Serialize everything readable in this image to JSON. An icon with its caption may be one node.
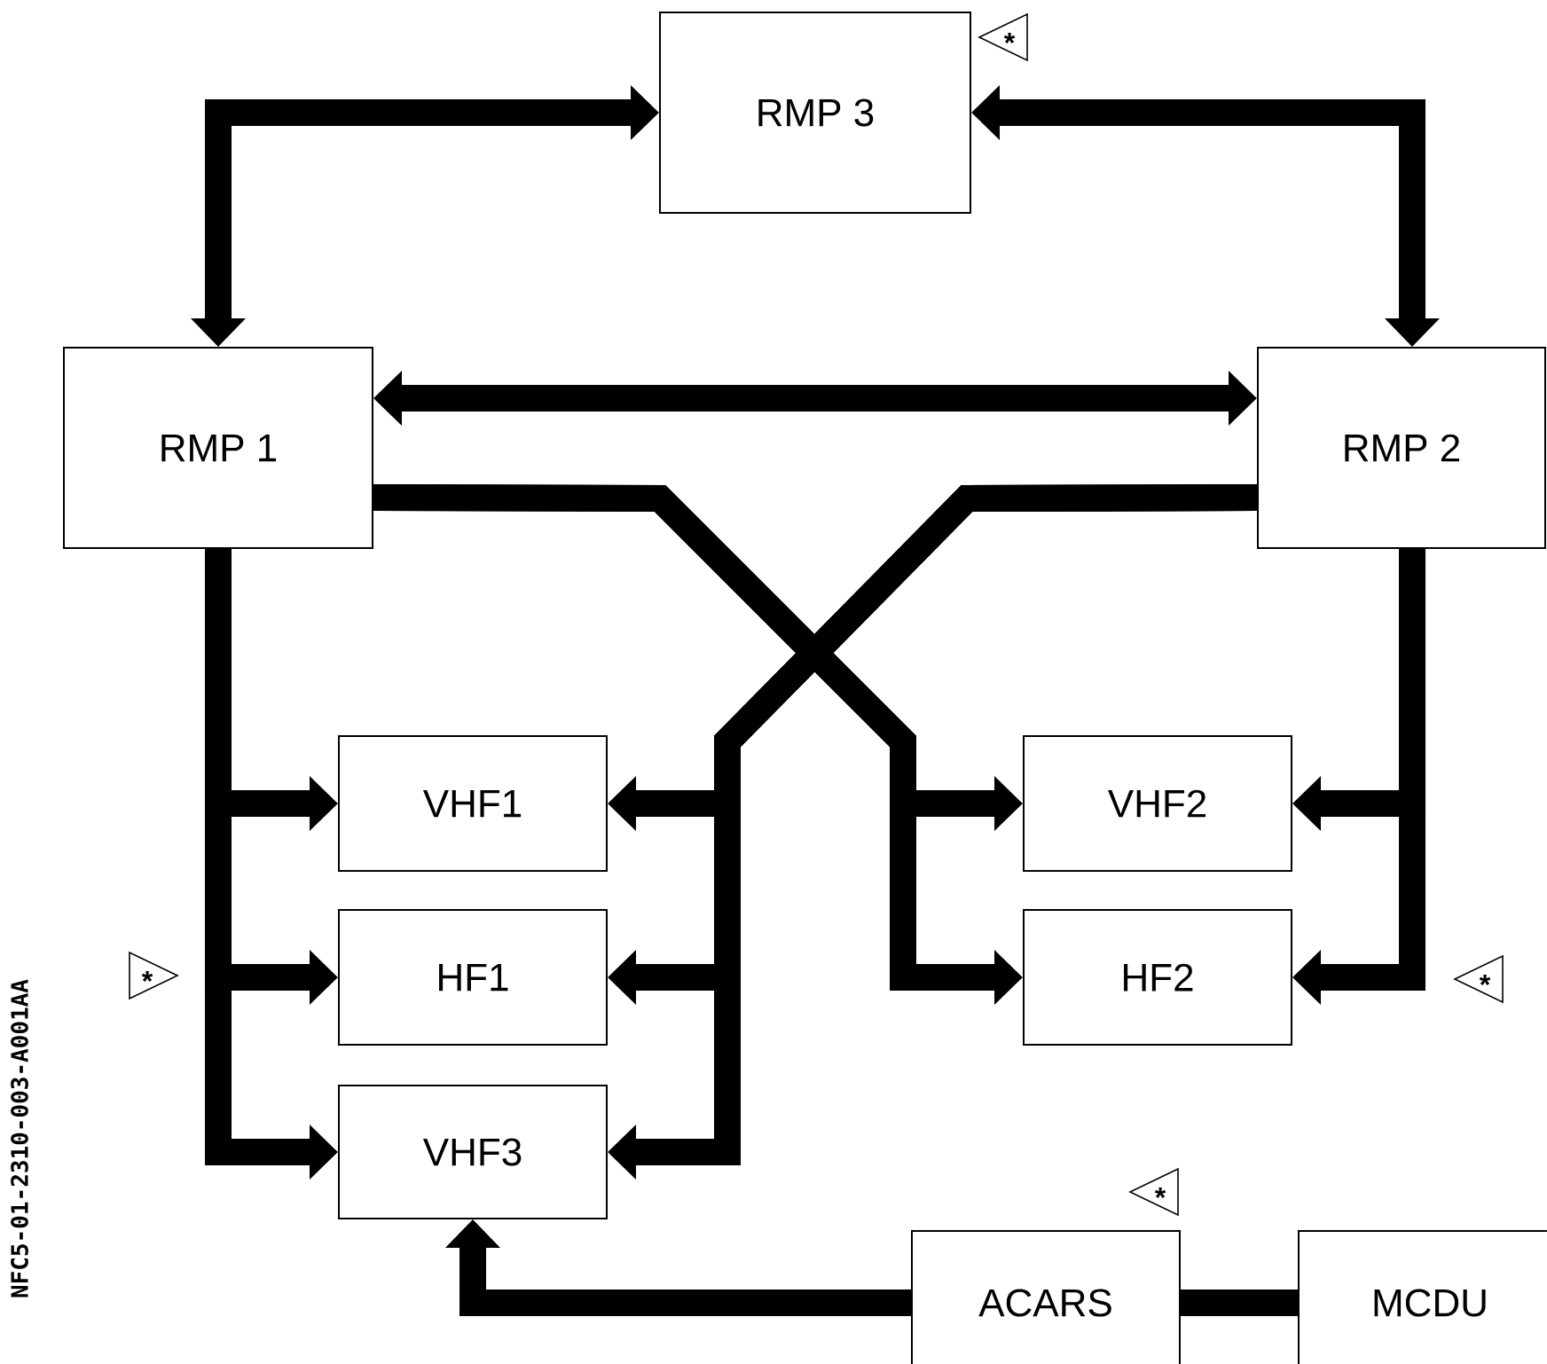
{
  "diagram": {
    "nodes": [
      {
        "text": [
          "RMP 3"
        ]
      },
      {
        "text": [
          "RMP 1"
        ]
      },
      {
        "text": [
          "RMP 2"
        ]
      },
      {
        "text": [
          "VHF1"
        ]
      },
      {
        "text": [
          "HF1"
        ]
      },
      {
        "text": [
          "VHF3"
        ]
      },
      {
        "text": [
          "VHF2"
        ]
      },
      {
        "text": [
          "HF2"
        ]
      },
      {
        "text": [
          "ACARS"
        ]
      },
      {
        "text": [
          "MCDU"
        ]
      }
    ],
    "edges": [
      {
        "from": 1,
        "to": 0,
        "arrow": "both"
      },
      {
        "from": 0,
        "to": 2,
        "arrow": "both"
      },
      {
        "from": 1,
        "to": 2,
        "arrow": "both"
      },
      {
        "from": 1,
        "to": 3,
        "arrow": "to"
      },
      {
        "from": 1,
        "to": 4,
        "arrow": "to"
      },
      {
        "from": 1,
        "to": 5,
        "arrow": "to"
      },
      {
        "from": 1,
        "to": 6,
        "arrow": "to"
      },
      {
        "from": 1,
        "to": 7,
        "arrow": "to"
      },
      {
        "from": 2,
        "to": 6,
        "arrow": "to"
      },
      {
        "from": 2,
        "to": 7,
        "arrow": "to"
      },
      {
        "from": 2,
        "to": 3,
        "arrow": "to"
      },
      {
        "from": 2,
        "to": 4,
        "arrow": "to"
      },
      {
        "from": 2,
        "to": 5,
        "arrow": "to"
      },
      {
        "from": 8,
        "to": 5,
        "arrow": "to"
      },
      {
        "from": 8,
        "to": 9,
        "arrow": "none"
      }
    ],
    "labels": [
      "*",
      "*",
      "*",
      "*",
      "NFC5-01-2310-003-A001AA"
    ]
  }
}
